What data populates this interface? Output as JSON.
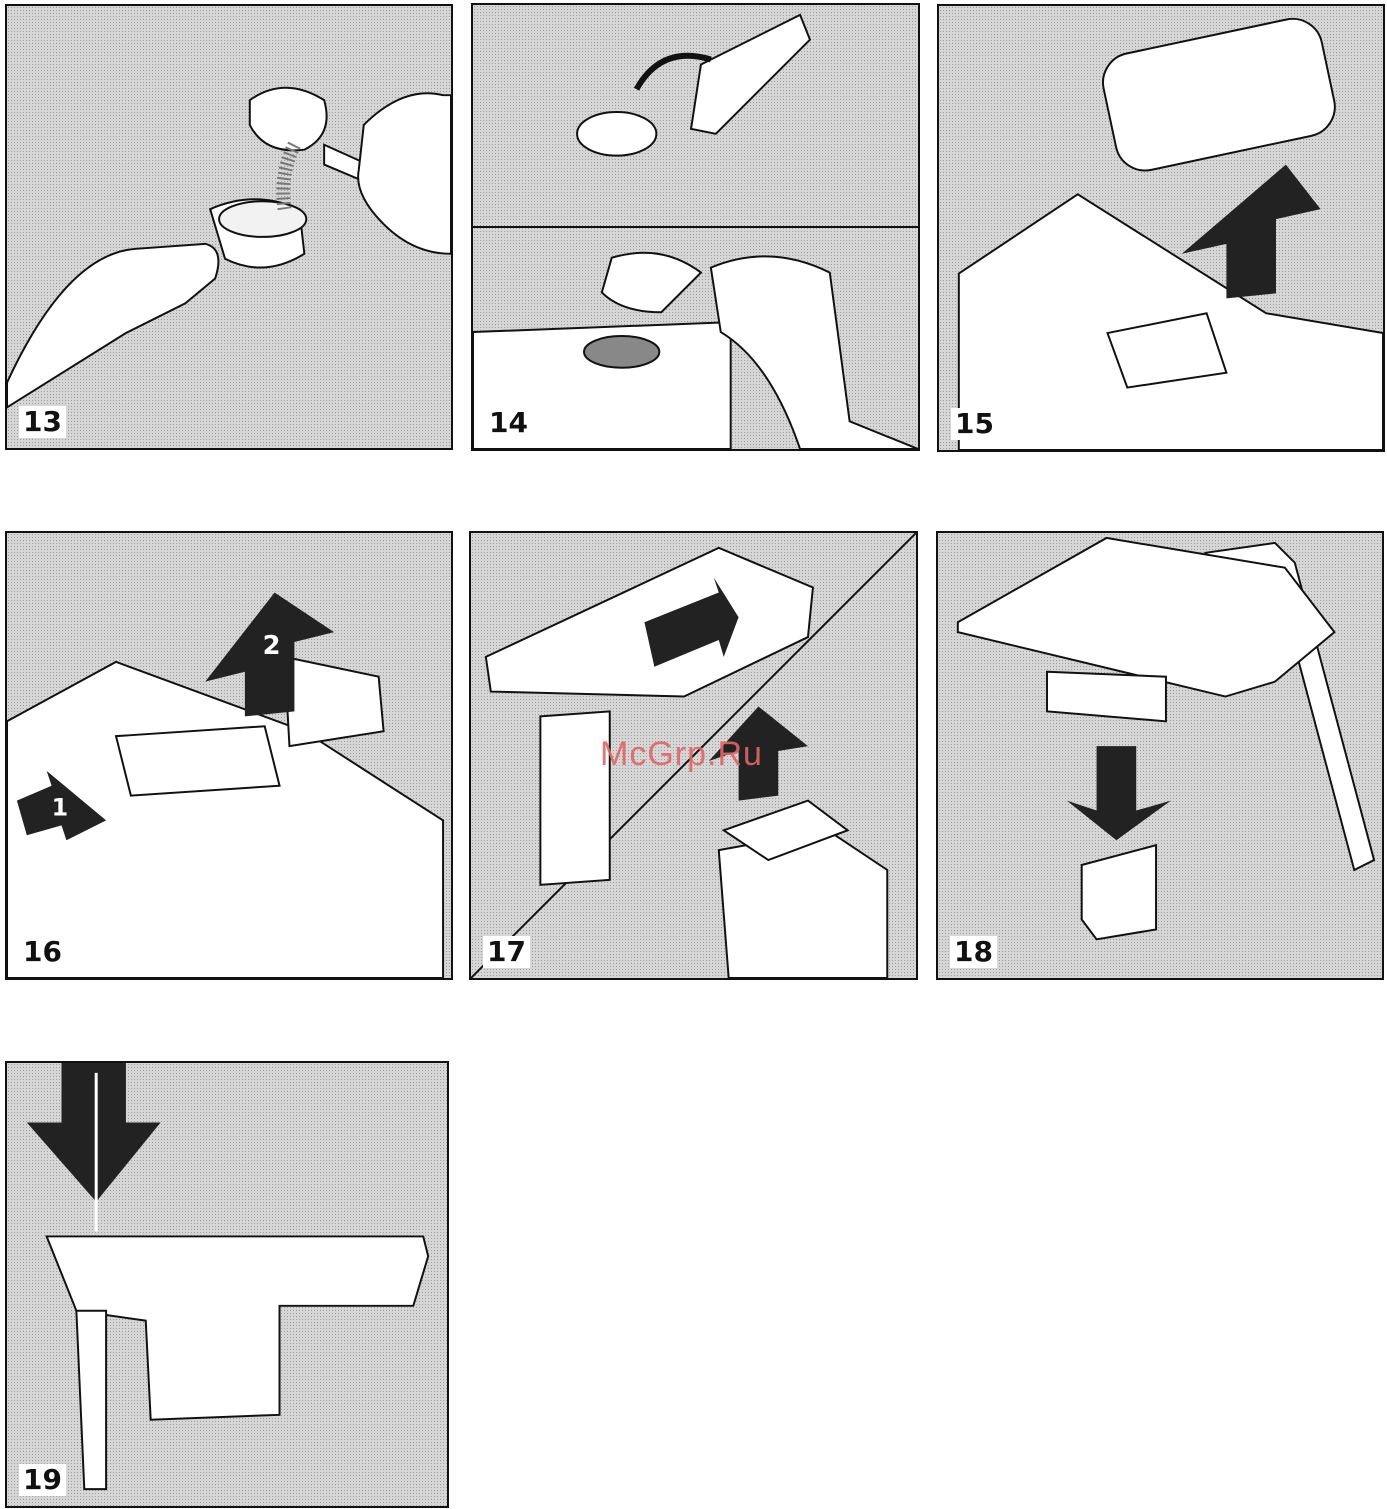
{
  "figures": [
    {
      "number": "13"
    },
    {
      "number": "14"
    },
    {
      "number": "15"
    },
    {
      "number": "16"
    },
    {
      "number": "17"
    },
    {
      "number": "18"
    },
    {
      "number": "19"
    }
  ],
  "arrow_labels": {
    "one": "1",
    "two": "2"
  },
  "watermark": "McGrp.Ru",
  "colors": {
    "ink": "#111111",
    "screen": "#d6d6d6",
    "watermark": "#e06666"
  }
}
